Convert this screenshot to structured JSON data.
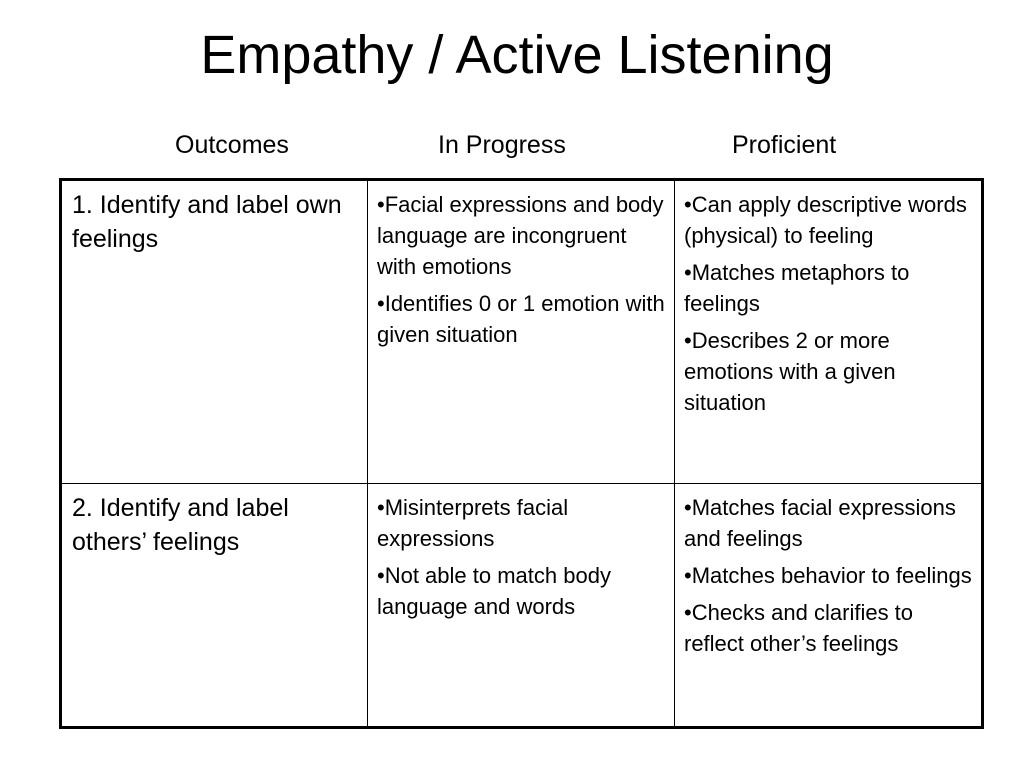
{
  "slide": {
    "title": "Empathy / Active Listening",
    "headers": {
      "outcomes": "Outcomes",
      "in_progress": "In Progress",
      "proficient": "Proficient"
    },
    "rows": [
      {
        "outcome": "1. Identify and label own feelings",
        "in_progress": [
          "•Facial expressions and body language are incongruent with emotions",
          "•Identifies 0 or 1 emotion with given situation"
        ],
        "proficient": [
          "•Can apply descriptive words (physical) to feeling",
          "•Matches metaphors to feelings",
          "•Describes 2 or more emotions with a given situation"
        ]
      },
      {
        "outcome": "2. Identify and label others’ feelings",
        "in_progress": [
          "•Misinterprets facial expressions",
          "•Not able to match body language and words"
        ],
        "proficient": [
          "•Matches facial expressions and feelings",
          "•Matches behavior to feelings",
          "•Checks and clarifies to reflect other’s feelings"
        ]
      }
    ]
  }
}
